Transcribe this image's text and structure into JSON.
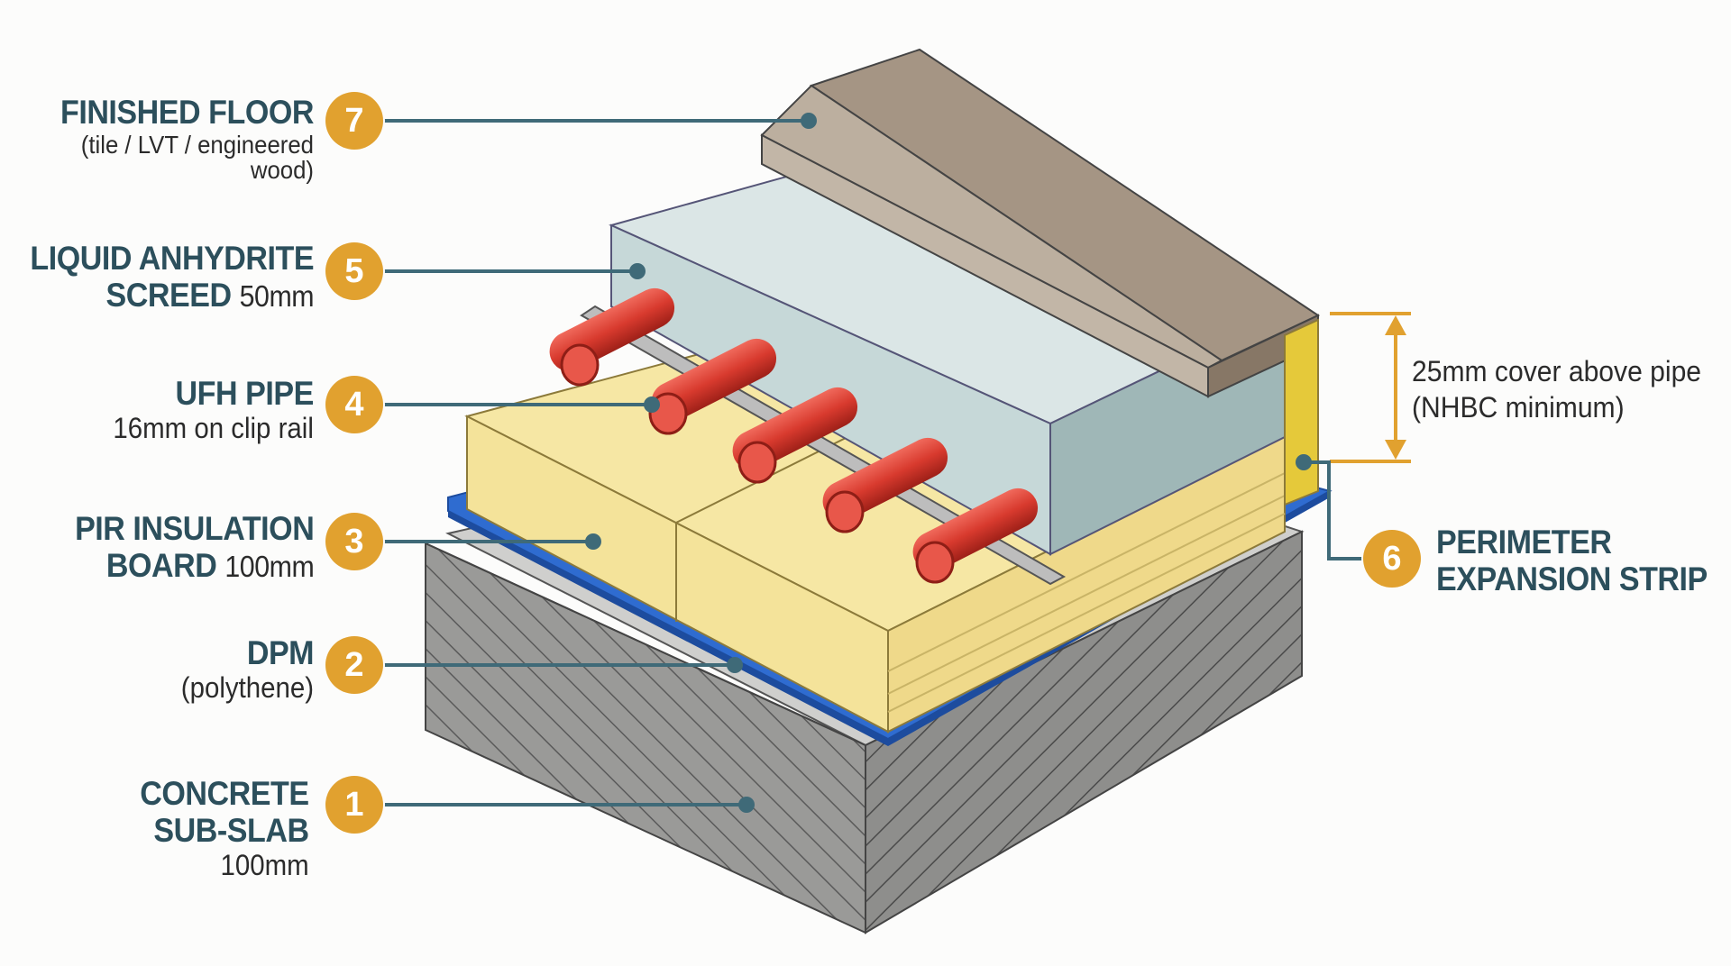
{
  "layers": [
    {
      "num": "7",
      "title": "FINISHED FLOOR",
      "sub": "(tile / LVT / engineered wood)"
    },
    {
      "num": "5",
      "title_line1": "LIQUID ANHYDRITE",
      "title_line2": "SCREED",
      "spec": "50mm"
    },
    {
      "num": "4",
      "title": "UFH PIPE",
      "sub": "16mm on clip rail"
    },
    {
      "num": "3",
      "title": "PIR INSULATION",
      "title_line2": "BOARD",
      "spec": "100mm"
    },
    {
      "num": "2",
      "title": "DPM",
      "sub": "(polythene)"
    },
    {
      "num": "1",
      "title_line1": "CONCRETE",
      "title_line2": "SUB-SLAB",
      "sub": "100mm"
    },
    {
      "num": "6",
      "title_line1": "PERIMETER",
      "title_line2": "EXPANSION STRIP"
    }
  ],
  "dimension": {
    "line1": "25mm cover above pipe",
    "line2": "(NHBC minimum)"
  },
  "colors": {
    "label_text": "#2c4f5c",
    "badge": "#e1a12f",
    "leader": "#3f6a78",
    "concrete": "#c9c9c7",
    "dpm": "#2f6cd0",
    "insulation": "#f4e39a",
    "screed": "#c6d8d8",
    "pipe": "#d83a2e",
    "floor": "#a59584",
    "expansion_strip": "#e5c93a"
  }
}
